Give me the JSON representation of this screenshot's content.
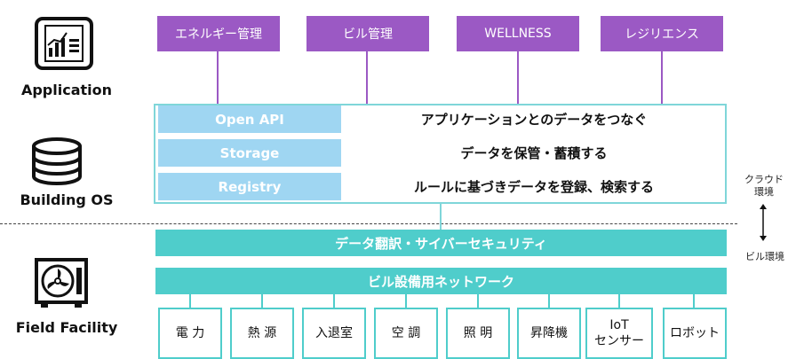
{
  "layers": {
    "application": "Application",
    "building_os": "Building OS",
    "field_facility": "Field Facility"
  },
  "apps": [
    "エネルギー管理",
    "ビル管理",
    "WELLNESS",
    "レジリエンス"
  ],
  "os_rows": [
    {
      "left": "Open API",
      "right": "アプリケーションとのデータをつなぐ"
    },
    {
      "left": "Storage",
      "right": "データを保管・蓄積する"
    },
    {
      "left": "Registry",
      "right": "ルールに基づきデータを登録、検索する"
    }
  ],
  "bands": {
    "translation": "データ翻訳・サイバーセキュリティ",
    "network": "ビル設備用ネットワーク"
  },
  "devices": [
    "電 力",
    "熱 源",
    "入退室",
    "空 調",
    "照 明",
    "昇降機",
    "IoT\nセンサー",
    "ロボット"
  ],
  "side": {
    "cloud": "クラウド\n環境",
    "building": "ビル環境"
  },
  "colors": {
    "app_purple": "#9b59c4",
    "os_blue": "#9fd6f2",
    "teal": "#4fcdcb"
  }
}
